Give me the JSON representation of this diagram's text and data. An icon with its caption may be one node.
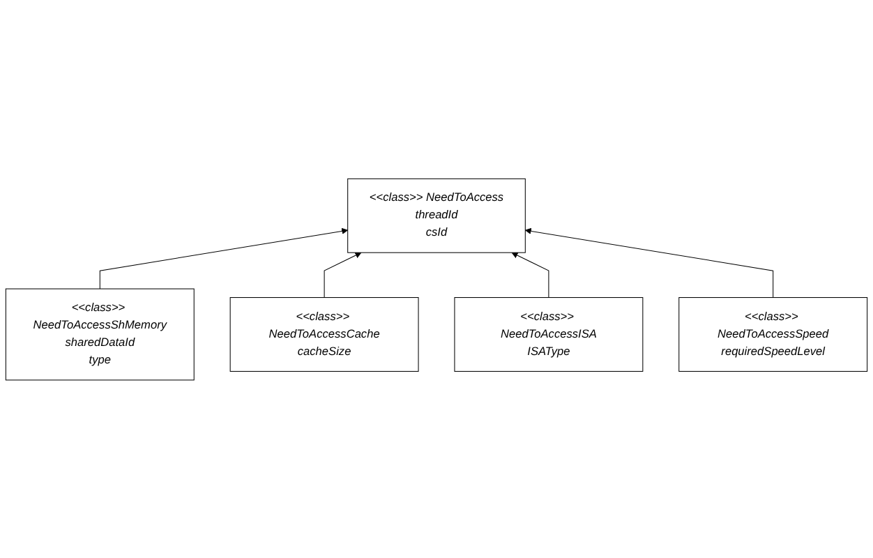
{
  "diagram": {
    "nodes": [
      {
        "text": [
          "<<class>> NeedToAccess",
          "threadId",
          "csId"
        ]
      },
      {
        "text": [
          "<<class>> NeedToAccessShMemory",
          "sharedDataId",
          "type"
        ]
      },
      {
        "text": [
          "<<class>> NeedToAccessCache",
          "cacheSize"
        ]
      },
      {
        "text": [
          "<<class>> NeedToAccessISA",
          "ISAType"
        ]
      },
      {
        "text": [
          "<<class>> NeedToAccessSpeed",
          "requiredSpeedLevel"
        ]
      }
    ],
    "edges": [
      {
        "from": 1,
        "to": 0,
        "arrow": "to"
      },
      {
        "from": 2,
        "to": 0,
        "arrow": "to"
      },
      {
        "from": 3,
        "to": 0,
        "arrow": "to"
      },
      {
        "from": 4,
        "to": 0,
        "arrow": "to"
      }
    ]
  }
}
